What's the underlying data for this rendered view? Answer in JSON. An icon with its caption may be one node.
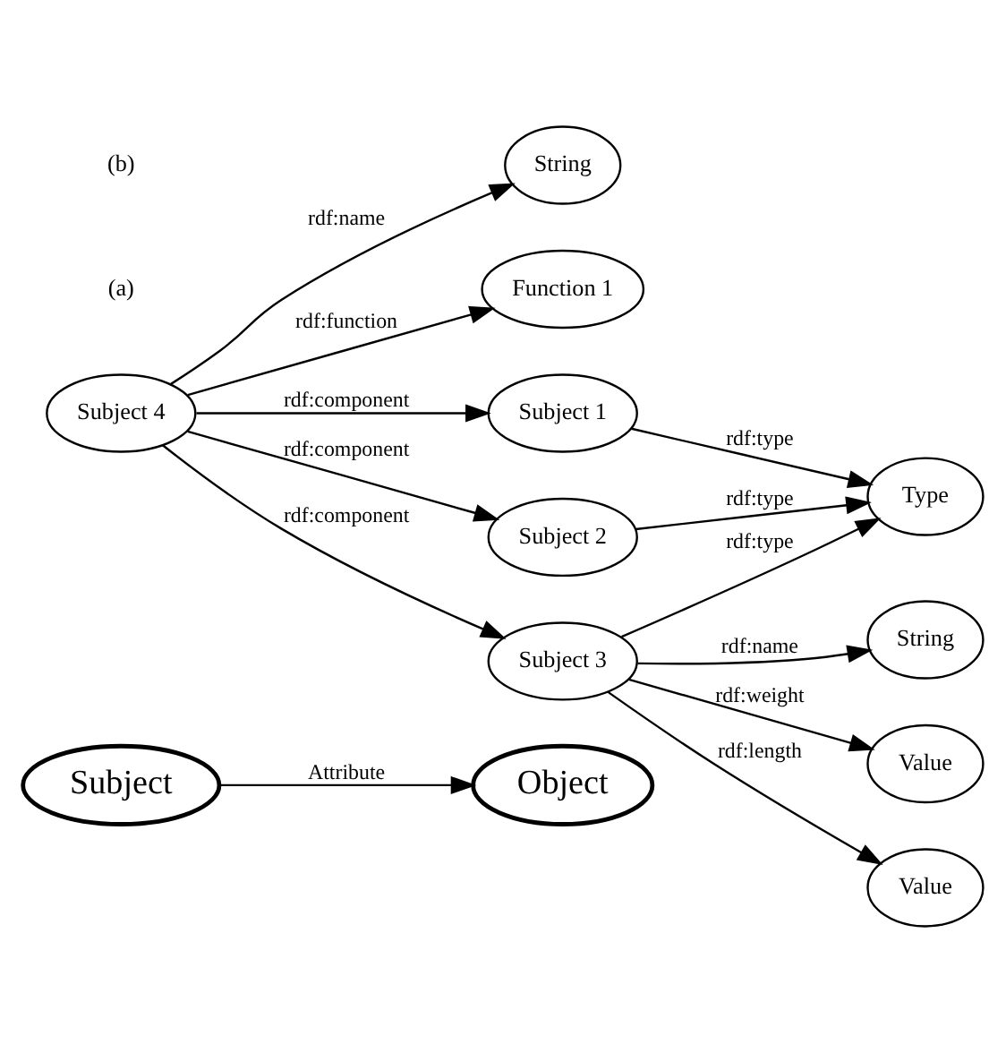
{
  "diagram": {
    "nodes": [
      {
        "text": [
          "Subject"
        ]
      },
      {
        "text": [
          "Object"
        ]
      },
      {
        "text": [
          "String"
        ]
      },
      {
        "text": [
          "Subject 4"
        ]
      },
      {
        "text": [
          "Function 1"
        ]
      },
      {
        "text": [
          "Subject 1"
        ]
      },
      {
        "text": [
          "Subject 2"
        ]
      },
      {
        "text": [
          "Subject 3"
        ]
      },
      {
        "text": [
          "Type"
        ]
      },
      {
        "text": [
          "String"
        ]
      },
      {
        "text": [
          "Value"
        ]
      },
      {
        "text": [
          "Value"
        ]
      }
    ],
    "edges": [
      {
        "from": 0,
        "to": 1,
        "arrow": "to",
        "label": "Attribute"
      },
      {
        "from": 3,
        "to": 2,
        "arrow": "to",
        "label": "rdf:name"
      },
      {
        "from": 3,
        "to": 4,
        "arrow": "to",
        "label": "rdf:function"
      },
      {
        "from": 3,
        "to": 5,
        "arrow": "to",
        "label": "rdf:component"
      },
      {
        "from": 3,
        "to": 6,
        "arrow": "to",
        "label": "rdf:component"
      },
      {
        "from": 3,
        "to": 7,
        "arrow": "to",
        "label": "rdf:component"
      },
      {
        "from": 5,
        "to": 8,
        "arrow": "to",
        "label": "rdf:type"
      },
      {
        "from": 6,
        "to": 8,
        "arrow": "to",
        "label": "rdf:type"
      },
      {
        "from": 7,
        "to": 8,
        "arrow": "to",
        "label": "rdf:type"
      },
      {
        "from": 7,
        "to": 9,
        "arrow": "to",
        "label": "rdf:name"
      },
      {
        "from": 7,
        "to": 10,
        "arrow": "to",
        "label": "rdf:weight"
      },
      {
        "from": 7,
        "to": 11,
        "arrow": "to",
        "label": "rdf:length"
      }
    ],
    "labels": [
      "(a)",
      "(b)"
    ]
  }
}
